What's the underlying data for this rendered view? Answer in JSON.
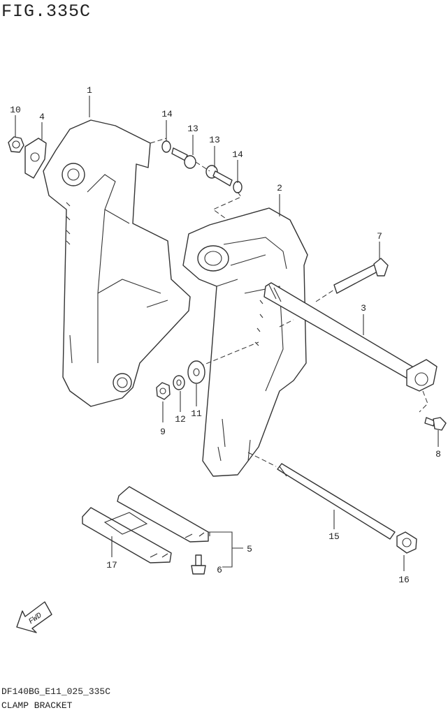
{
  "figure": {
    "title": "FIG.335C",
    "code": "DF140BG_E11_025_335C",
    "name": "CLAMP BRACKET"
  },
  "fwd_label": "FWD",
  "callouts": [
    "1",
    "10",
    "4",
    "14",
    "13",
    "13",
    "14",
    "2",
    "7",
    "3",
    "9",
    "12",
    "11",
    "8",
    "5",
    "6",
    "15",
    "17",
    "16"
  ]
}
